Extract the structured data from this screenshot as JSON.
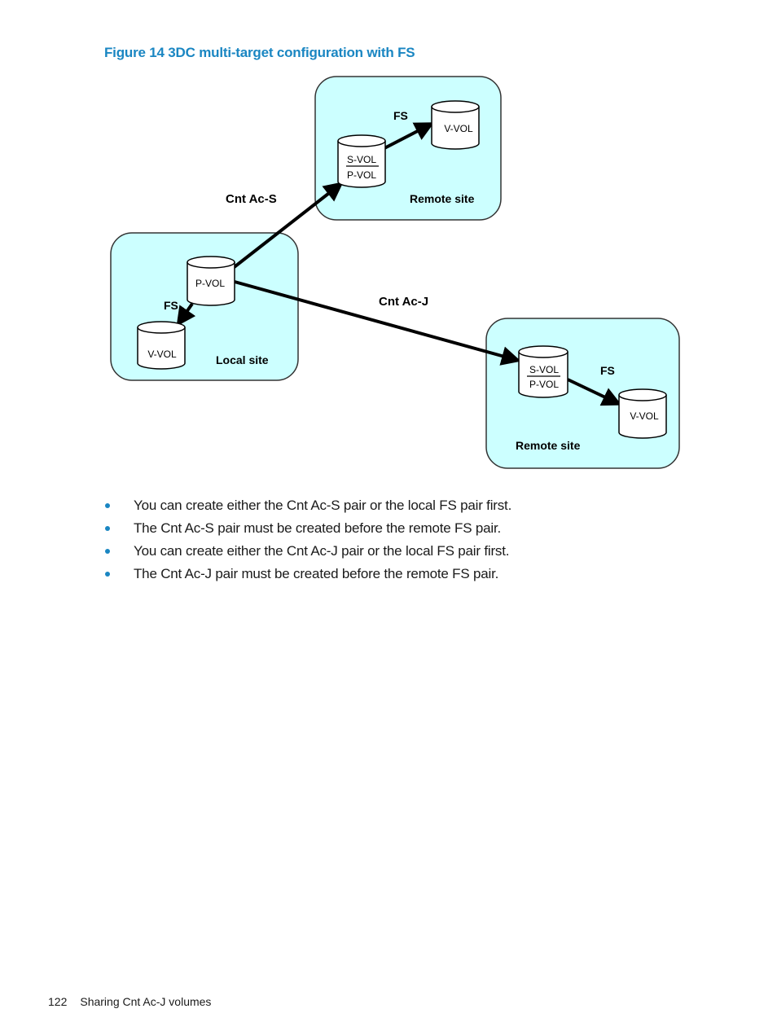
{
  "figure": {
    "caption": "Figure 14 3DC multi-target configuration with FS",
    "sites": {
      "remote_top": "Remote site",
      "local": "Local site",
      "remote_bottom": "Remote site"
    },
    "volumes": {
      "top_svol": "S-VOL",
      "top_pvol": "P-VOL",
      "top_vvol": "V-VOL",
      "local_pvol": "P-VOL",
      "local_vvol": "V-VOL",
      "bottom_svol": "S-VOL",
      "bottom_pvol": "P-VOL",
      "bottom_vvol": "V-VOL"
    },
    "links": {
      "fs_top": "FS",
      "cnt_ac_s": "Cnt Ac-S",
      "fs_local": "FS",
      "cnt_ac_j": "Cnt Ac-J",
      "fs_bottom": "FS"
    },
    "colors": {
      "site_fill": "#ccffff",
      "caption": "#1a86c2"
    }
  },
  "bullets": [
    "You can create either the Cnt Ac-S pair or the local FS pair first.",
    "The Cnt Ac-S pair must be created before the remote FS pair.",
    "You can create either the Cnt Ac-J pair or the local FS pair first.",
    "The Cnt Ac-J pair must be created before the remote FS pair."
  ],
  "footer": {
    "page_number": "122",
    "section": "Sharing Cnt Ac-J volumes"
  }
}
